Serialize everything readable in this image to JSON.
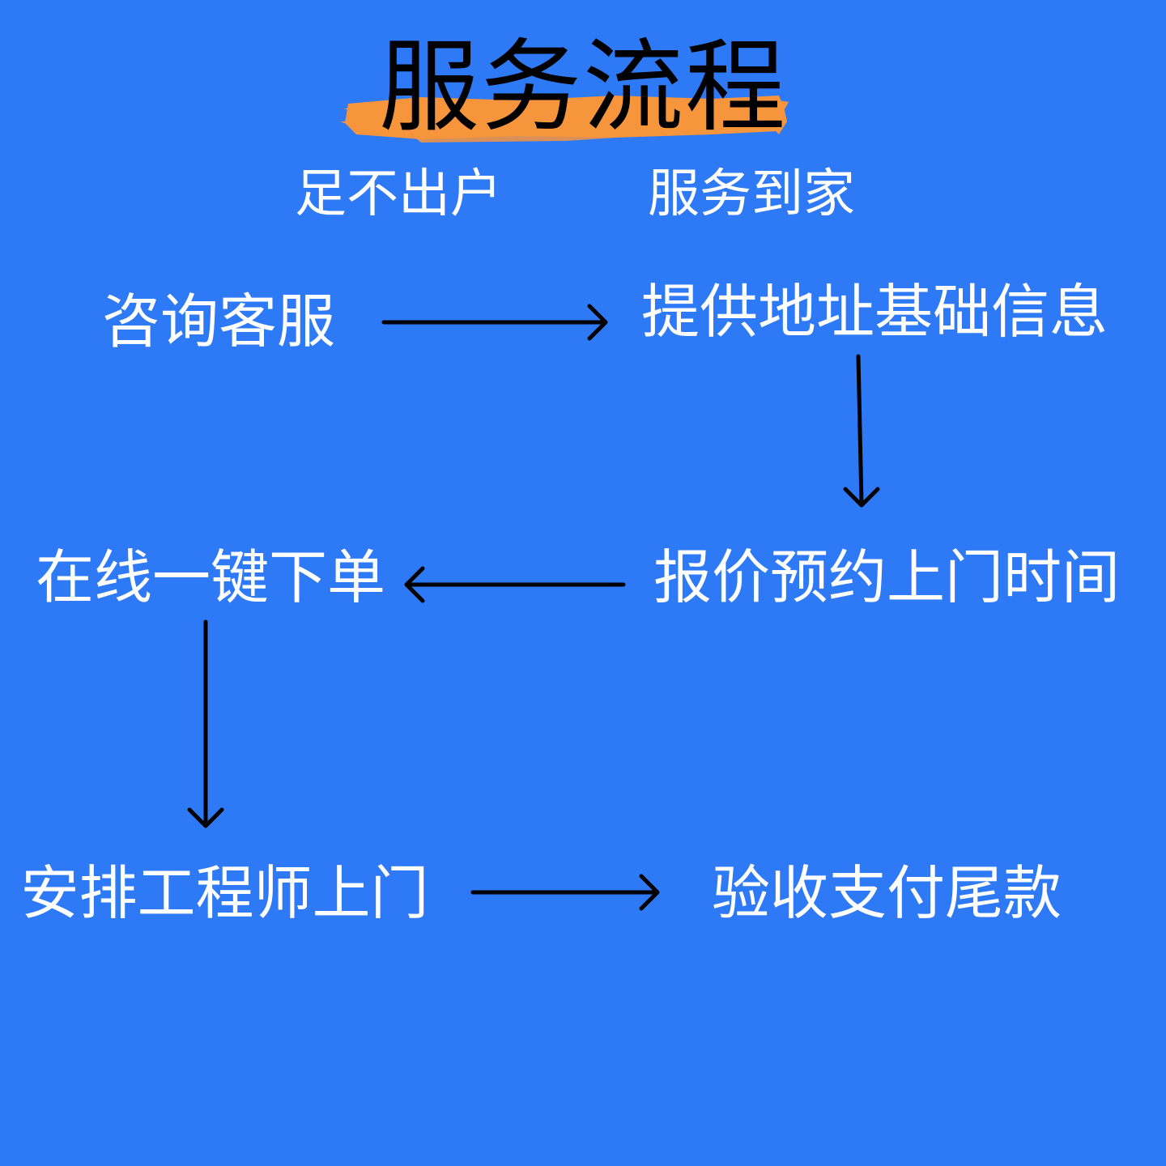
{
  "title": "服务流程",
  "taglines": [
    "足不出户",
    "服务到家"
  ],
  "steps": [
    "咨询客服",
    "提供地址基础信息",
    "报价预约上门时间",
    "在线一键下单",
    "安排工程师上门",
    "验收支付尾款"
  ],
  "colors": {
    "background": "#2e7af6",
    "highlight": "#f7953d",
    "title_text": "#000000",
    "step_text": "#ffffff",
    "arrow": "#000000"
  }
}
